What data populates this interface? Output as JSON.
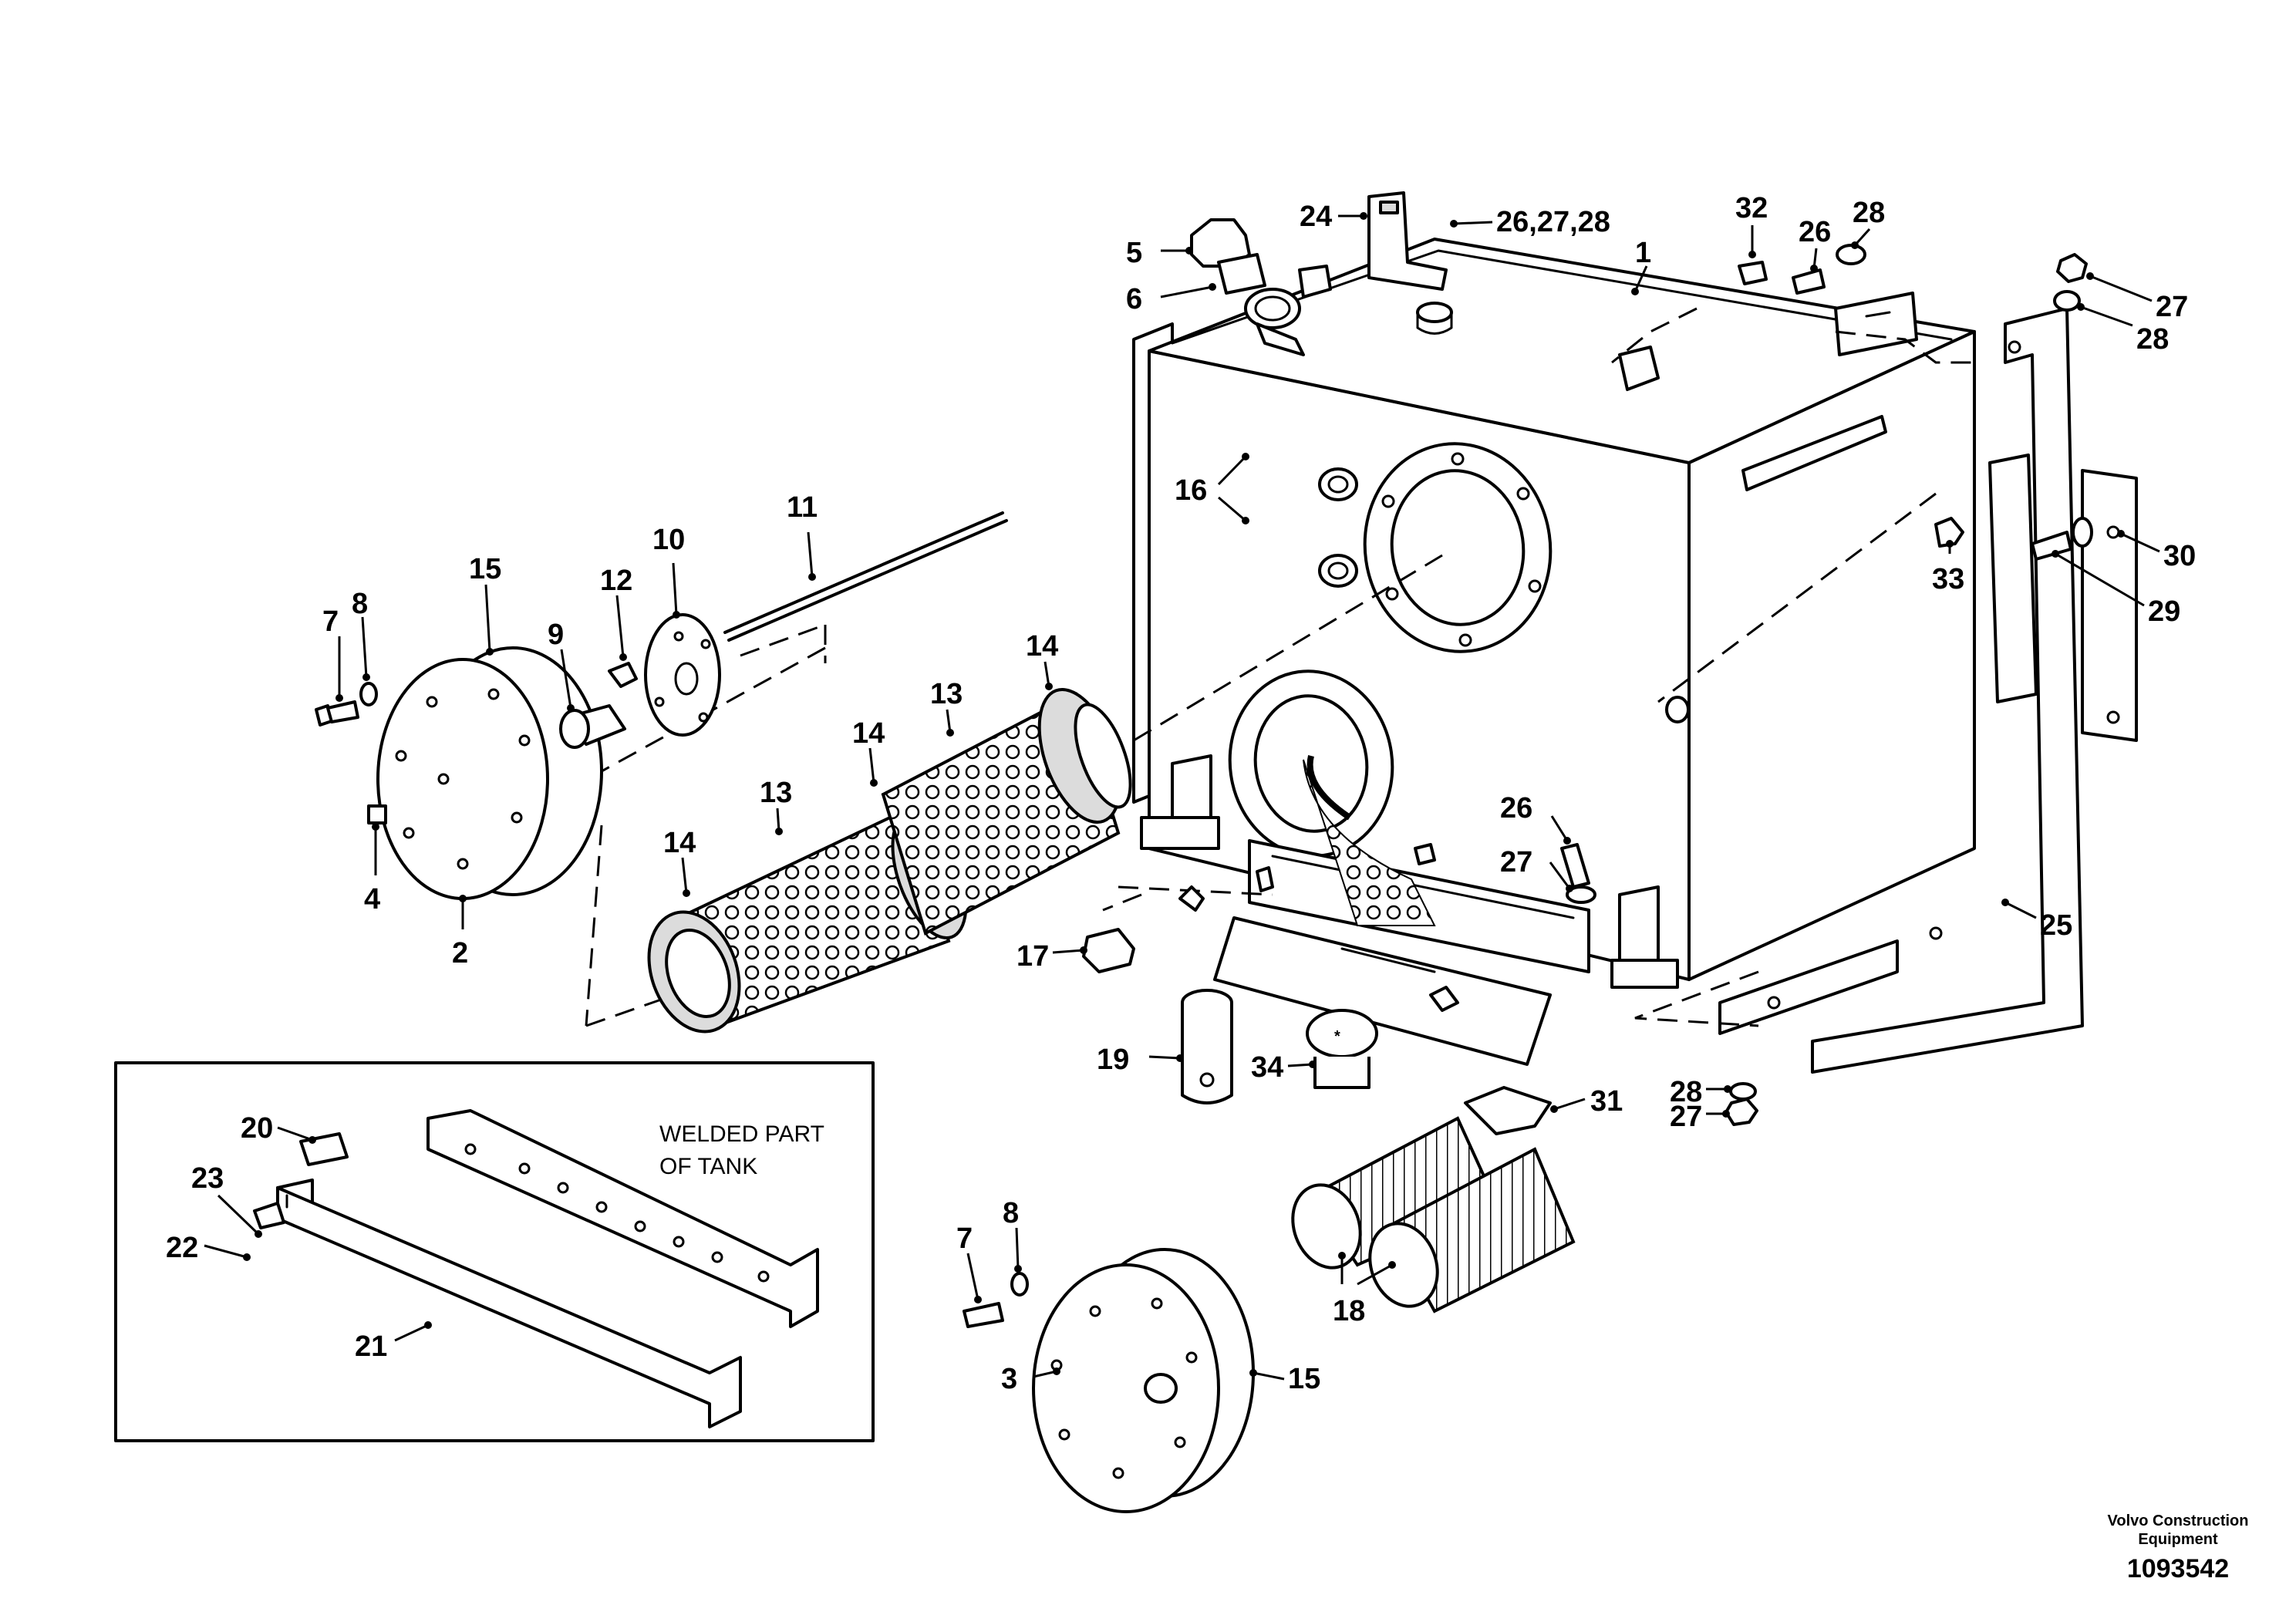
{
  "labels": {
    "l1": "1",
    "l2": "2",
    "l3": "3",
    "l4": "4",
    "l5": "5",
    "l6": "6",
    "l7a": "7",
    "l7b": "7",
    "l8a": "8",
    "l8b": "8",
    "l9": "9",
    "l10": "10",
    "l11": "11",
    "l12": "12",
    "l13a": "13",
    "l13b": "13",
    "l14a": "14",
    "l14b": "14",
    "l14c": "14",
    "l15a": "15",
    "l15b": "15",
    "l16": "16",
    "l17": "17",
    "l18": "18",
    "l19": "19",
    "l20": "20",
    "l21": "21",
    "l22": "22",
    "l23": "23",
    "l24": "24",
    "l25": "25",
    "l26a": "26",
    "l26b": "26",
    "l262728": "26,27,28",
    "l27a": "27",
    "l27b": "27",
    "l27c": "27",
    "l28a": "28",
    "l28b": "28",
    "l28c": "28",
    "l29": "29",
    "l30": "30",
    "l31": "31",
    "l32": "32",
    "l33": "33",
    "l34": "34"
  },
  "inset": {
    "note_line1": "WELDED PART",
    "note_line2": "OF TANK"
  },
  "footer": {
    "brand_line1": "Volvo Construction",
    "brand_line2": "Equipment",
    "doc_number": "1093542"
  }
}
